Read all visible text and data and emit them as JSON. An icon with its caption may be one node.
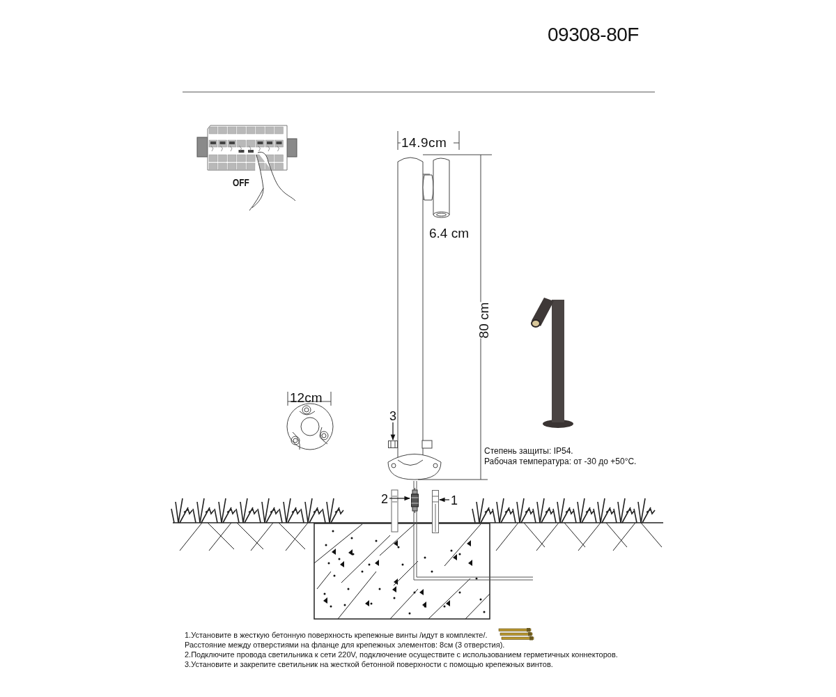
{
  "diagram": {
    "title": "09308-80F",
    "nodes": [
      {
        "text": [
          "3"
        ]
      },
      {
        "text": [],
        "shape": "picture"
      },
      {
        "text": [
          "2"
        ]
      },
      {
        "text": [],
        "shape": "picture"
      },
      {
        "text": [
          "1"
        ]
      },
      {
        "text": [],
        "shape": "picture"
      }
    ],
    "edges": [
      {
        "from": 0,
        "to": 1,
        "arrow": "to"
      },
      {
        "from": 2,
        "to": 3,
        "arrow": "to"
      },
      {
        "from": 4,
        "to": 5,
        "arrow": "to"
      }
    ],
    "labels": [
      "OFF",
      "14.9cm",
      "6.4 cm",
      "80 cm",
      "12cm",
      "Степень защиты: IP54.",
      "Рабочая температура: от -30 до +50°C.",
      "1.Установите в жесткую бетонную поверхность крепежные винты /идут в комплекте/.",
      "Расстояние между отверстиями на фланце для крепежных элементов: 8см (3 отверстия).",
      "2.Подключите провода светильника к сети 220V, подключение осуществите с использованием герметичных коннекторов.",
      "3.Установите и закрепите светильник на жесткой бетонной поверхности с помощью крепежных винтов."
    ]
  }
}
